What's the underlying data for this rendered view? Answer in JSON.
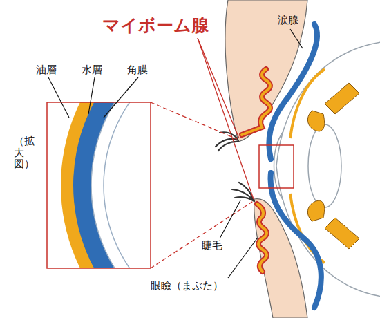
{
  "diagram": {
    "labels": [
      "マイボーム腺",
      "涙腺",
      "油層",
      "水層",
      "角膜",
      "（拡大図）",
      "睫毛",
      "眼瞼（まぶた）"
    ]
  }
}
